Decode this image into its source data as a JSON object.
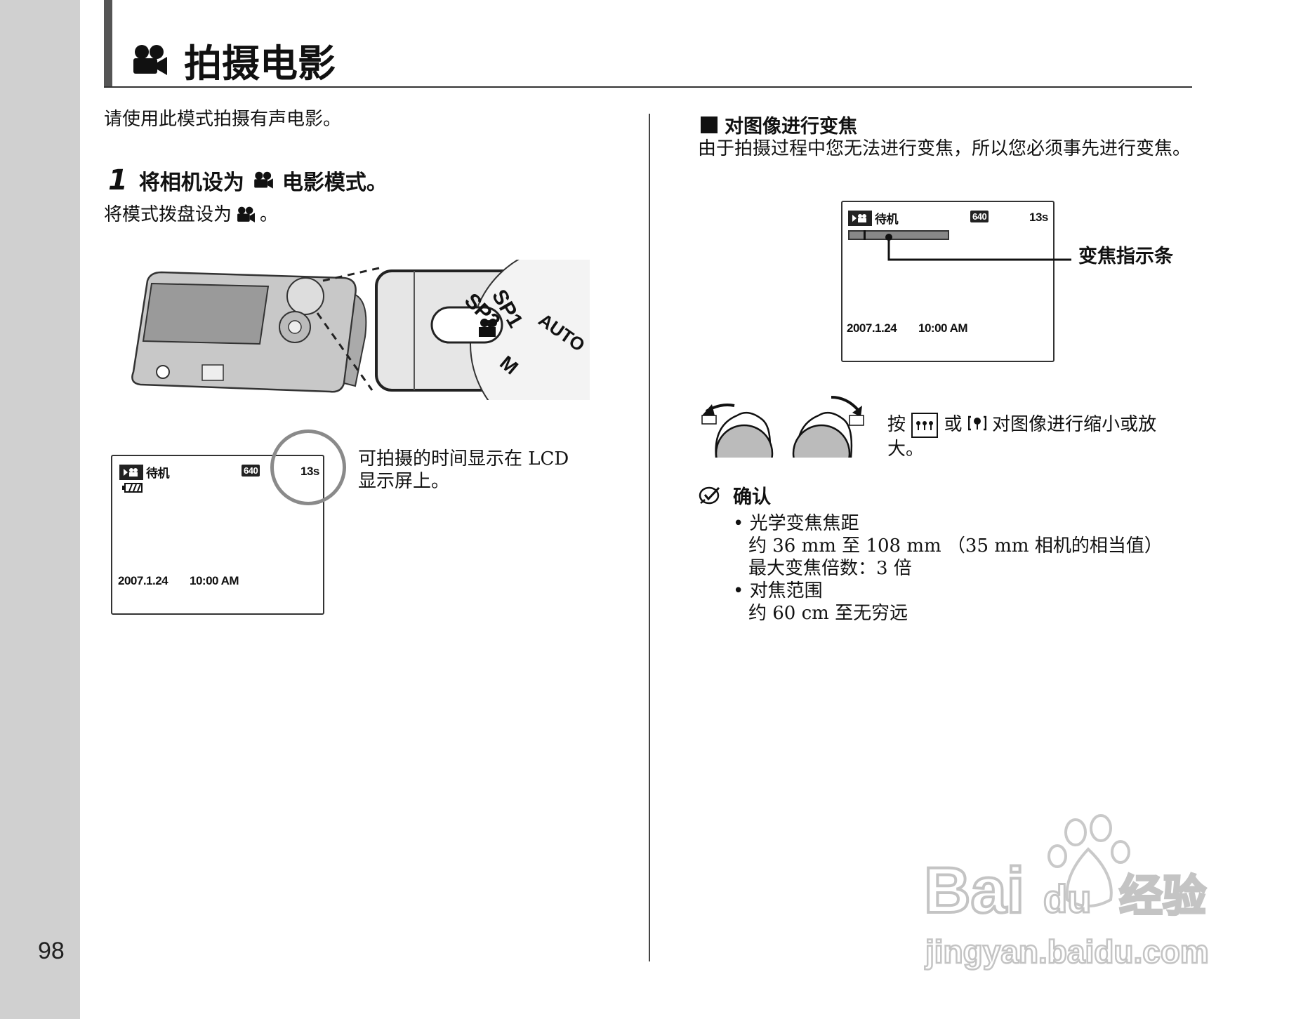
{
  "page": {
    "number": "98"
  },
  "title": {
    "text": "拍摄电影",
    "icon": "movie-camera-icon"
  },
  "left": {
    "intro": "请使用此模式拍摄有声电影。",
    "step": {
      "num": "1",
      "before": "将相机设为",
      "after": "电影模式。",
      "icon": "movie-camera-icon"
    },
    "step_desc": {
      "before": "将模式拨盘设为",
      "after": "。"
    },
    "dial_labels": [
      "SP1",
      "SP2",
      "AUTO",
      "M"
    ],
    "lcd": {
      "status": "待机",
      "quality": "640",
      "time": "13s",
      "date": "2007.1.24",
      "clock": "10:00 AM"
    },
    "lcd_caption": "可拍摄的时间显示在 LCD 显示屏上。"
  },
  "right": {
    "section_title": "对图像进行变焦",
    "section_text": "由于拍摄过程中您无法进行变焦，所以您必须事先进行变焦。",
    "lcd": {
      "status": "待机",
      "quality": "640",
      "time": "13s",
      "date": "2007.1.24",
      "clock": "10:00 AM"
    },
    "zoom_label": "变焦指示条",
    "zoom_text": {
      "before": "按",
      "mid": "或",
      "after": "对图像进行缩小或放大。"
    },
    "note_title": "确认",
    "bullets": [
      {
        "head": "光学变焦焦距",
        "lines": [
          "约 36 mm 至 108 mm （35 mm 相机的相当值）",
          "最大变焦倍数：3 倍"
        ]
      },
      {
        "head": "对焦范围",
        "lines": [
          "约 60 cm 至无穷远"
        ]
      }
    ]
  },
  "watermark": {
    "brand": "Bai du 经验",
    "url": "jingyan.baidu.com"
  }
}
